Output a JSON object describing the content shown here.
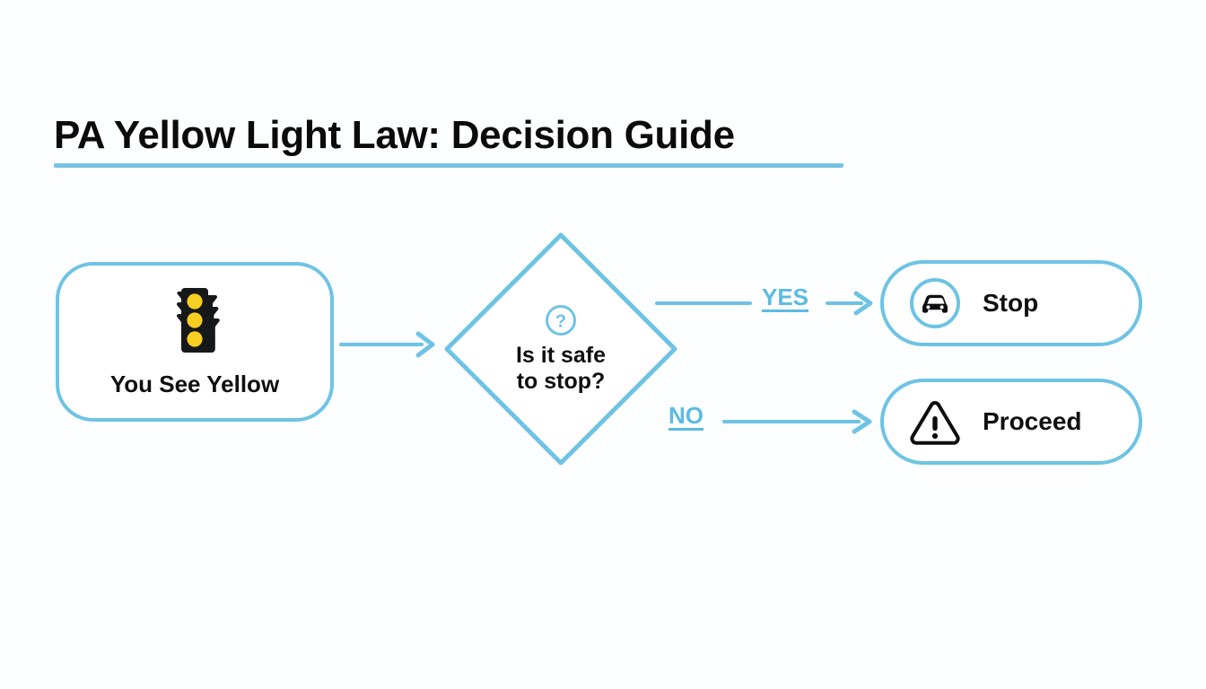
{
  "page": {
    "title": "PA Yellow Light Law: Decision Guide",
    "background_color": "#fdfeff",
    "accent_color": "#6ec3e4",
    "text_color": "#101010",
    "yellow_color": "#f7cf22"
  },
  "flowchart": {
    "type": "decision-flowchart",
    "start_node": {
      "label": "You See Yellow",
      "icon": "traffic-light-icon"
    },
    "decision_node": {
      "icon": "question-mark-icon",
      "text_line_1": "Is it safe",
      "text_line_2": "to stop?"
    },
    "edges": [
      {
        "label": "",
        "from": "start",
        "to": "decision"
      },
      {
        "label": "YES",
        "from": "decision",
        "to": "stop"
      },
      {
        "label": "NO",
        "from": "decision",
        "to": "proceed"
      }
    ],
    "outcomes": [
      {
        "label": "Stop",
        "icon": "car-in-circle-icon"
      },
      {
        "label": "Proceed",
        "icon": "warning-triangle-icon"
      }
    ]
  }
}
